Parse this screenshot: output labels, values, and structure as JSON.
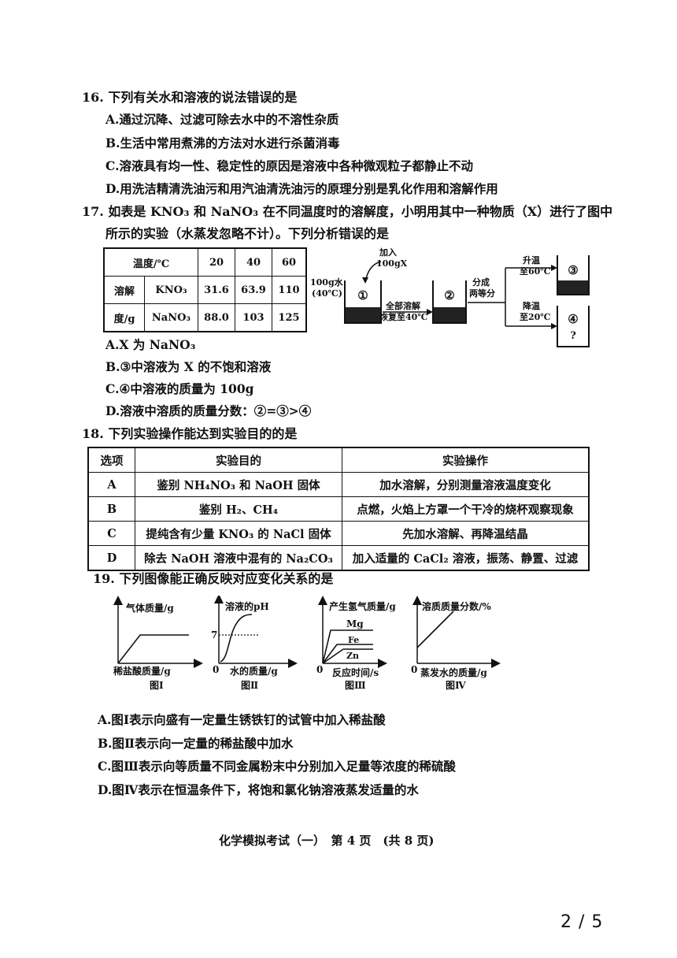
{
  "q16": {
    "stem": "16. 下列有关水和溶液的说法错误的是",
    "options": [
      "A.通过沉降、过滤可除去水中的不溶性杂质",
      "B.生活中常用煮沸的方法对水进行杀菌消毒",
      "C.溶液具有均一性、稳定性的原因是溶液中各种微观粒子都静止不动",
      "D.用洗洁精清洗油污和用汽油清洗油污的原理分别是乳化作用和溶解作用"
    ]
  },
  "q17": {
    "stem_line1": "17. 如表是 KNO₃ 和 NaNO₃ 在不同温度时的溶解度，小明用其中一种物质（X）进行了图中",
    "stem_line2": "所示的实验（水蒸发忽略不计）。下列分析错误的是",
    "table": {
      "temp_label": "温度/℃",
      "temps": [
        "20",
        "40",
        "60"
      ],
      "row_label_top": "溶解",
      "row_label_bottom": "度/g",
      "rows": [
        {
          "name": "KNO₃",
          "values": [
            "31.6",
            "63.9",
            "110"
          ]
        },
        {
          "name": "NaNO₃",
          "values": [
            "88.0",
            "103",
            "125"
          ]
        }
      ]
    },
    "diagram": {
      "water_line1": "100g水",
      "water_line2": "(40℃)",
      "add_line1": "加入",
      "add_line2": "100gX",
      "beaker1": "①",
      "beaker2": "②",
      "beaker3": "③",
      "beaker4": "④",
      "beaker4_q": "?",
      "step_top": "全部溶解",
      "step_bottom": "恢复至40℃",
      "split_line1": "分成",
      "split_line2": "两等分",
      "heat_line1": "升温",
      "heat_line2": "至60℃",
      "cool_line1": "降温",
      "cool_line2": "至20℃"
    },
    "options": [
      "A.X 为 NaNO₃",
      "B.③中溶液为 X 的不饱和溶液",
      "C.④中溶液的质量为 100g",
      "D.溶液中溶质的质量分数：②=③>④"
    ]
  },
  "q18": {
    "stem": "18. 下列实验操作能达到实验目的的是",
    "headers": [
      "选项",
      "实验目的",
      "实验操作"
    ],
    "rows": [
      {
        "opt": "A",
        "goal": "鉴别 NH₄NO₃ 和 NaOH 固体",
        "op": "加水溶解，分别测量溶液温度变化"
      },
      {
        "opt": "B",
        "goal": "鉴别 H₂、CH₄",
        "op": "点燃，火焰上方罩一个干冷的烧杯观察现象"
      },
      {
        "opt": "C",
        "goal": "提纯含有少量 KNO₃ 的 NaCl 固体",
        "op": "先加水溶解、再降温结晶"
      },
      {
        "opt": "D",
        "goal": "除去 NaOH 溶液中混有的 Na₂CO₃",
        "op": "加入适量的 CaCl₂ 溶液，振荡、静置、过滤"
      }
    ]
  },
  "q19": {
    "stem": "19. 下列图像能正确反映对应变化关系的是",
    "graph1": {
      "ylabel": "气体质量/g",
      "xlabel": "稀盐酸质量/g",
      "caption": "图Ⅰ"
    },
    "graph2": {
      "ylabel": "溶液的pH",
      "xlabel": "水的质量/g",
      "caption": "图Ⅱ",
      "mark": "7",
      "origin": "0"
    },
    "graph3": {
      "ylabel": "产生氢气质量/g",
      "xlabel": "反应时间/s",
      "caption": "图Ⅲ",
      "origin": "0",
      "mg": "Mg",
      "fe": "Fe",
      "zn": "Zn"
    },
    "graph4": {
      "ylabel": "溶质质量分数/%",
      "xlabel": "蒸发水的质量/g",
      "caption": "图Ⅳ",
      "origin": "0"
    },
    "options": [
      "A.图Ⅰ表示向盛有一定量生锈铁钉的试管中加入稀盐酸",
      "B.图Ⅱ表示向一定量的稀盐酸中加水",
      "C.图Ⅲ表示向等质量不同金属粉末中分别加入足量等浓度的稀硫酸",
      "D.图Ⅳ表示在恒温条件下，将饱和氯化钠溶液蒸发适量的水"
    ]
  },
  "footer": "化学模拟考试（一）　第 4 页　(共 8 页)",
  "pager": "2 / 5"
}
